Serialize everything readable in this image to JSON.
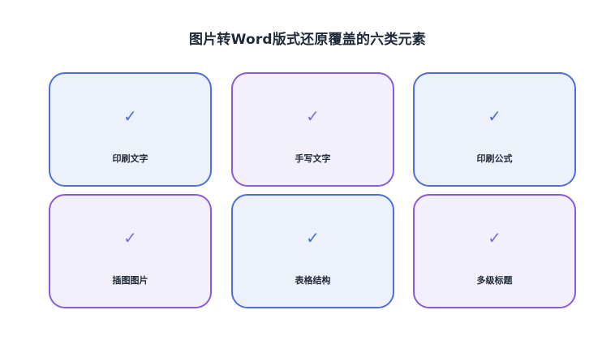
{
  "title": "图片转Word版式还原覆盖的六类元素",
  "colors": {
    "blue_border": "#4f6fd8",
    "blue_fill": "#edf1fc",
    "purple_border": "#8c5ad8",
    "purple_fill": "#f3f0fd"
  },
  "cards": [
    {
      "check": "✓",
      "label": "印刷文字",
      "theme": "blue"
    },
    {
      "check": "✓",
      "label": "手写文字",
      "theme": "purple"
    },
    {
      "check": "✓",
      "label": "印刷公式",
      "theme": "blue"
    },
    {
      "check": "✓",
      "label": "插图图片",
      "theme": "purple"
    },
    {
      "check": "✓",
      "label": "表格结构",
      "theme": "blue"
    },
    {
      "check": "✓",
      "label": "多级标题",
      "theme": "purple"
    }
  ]
}
